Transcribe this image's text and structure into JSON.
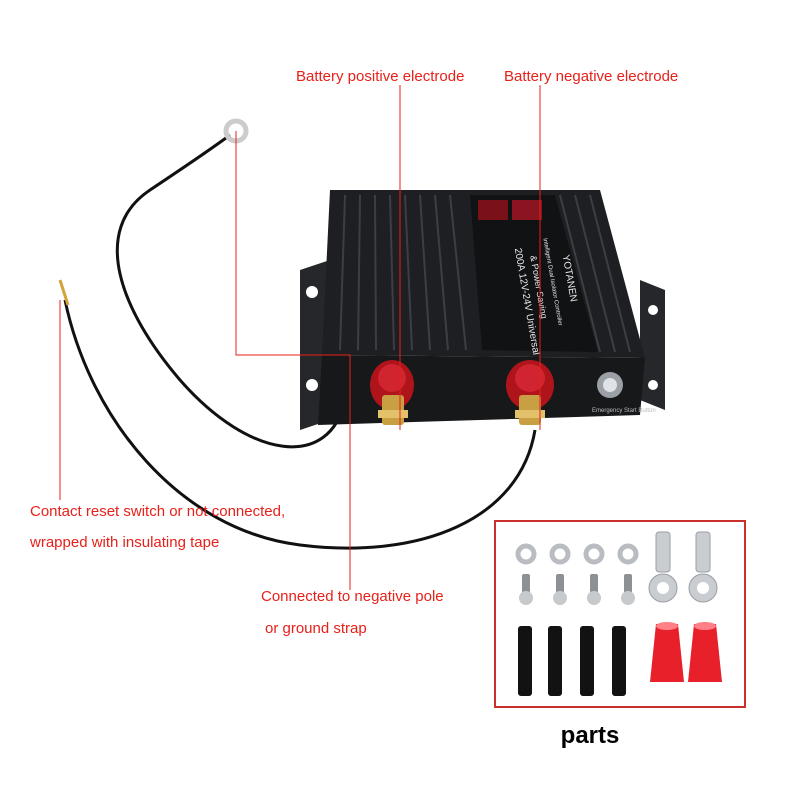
{
  "labels": {
    "positive": "Battery positive electrode",
    "negative": "Battery negative electrode",
    "reset_line1": "Contact reset switch or not connected,",
    "reset_line2": "wrapped with insulating tape",
    "ground_line1": "Connected to negative pole",
    "ground_line2": "or ground strap"
  },
  "device": {
    "brand": "YOTANEN",
    "spec_line1": "200A 12V-24V Universal",
    "spec_line2": "& Power Saving",
    "spec_line3": "Intelligent Dual Isolator Controller",
    "button_label": "Emergency Start Button"
  },
  "parts": {
    "title": "parts"
  },
  "colors": {
    "annotation": "#e8201a",
    "device_body": "#1e1f22",
    "terminal_red": "#b0141b",
    "cap_red": "#e8202a"
  }
}
